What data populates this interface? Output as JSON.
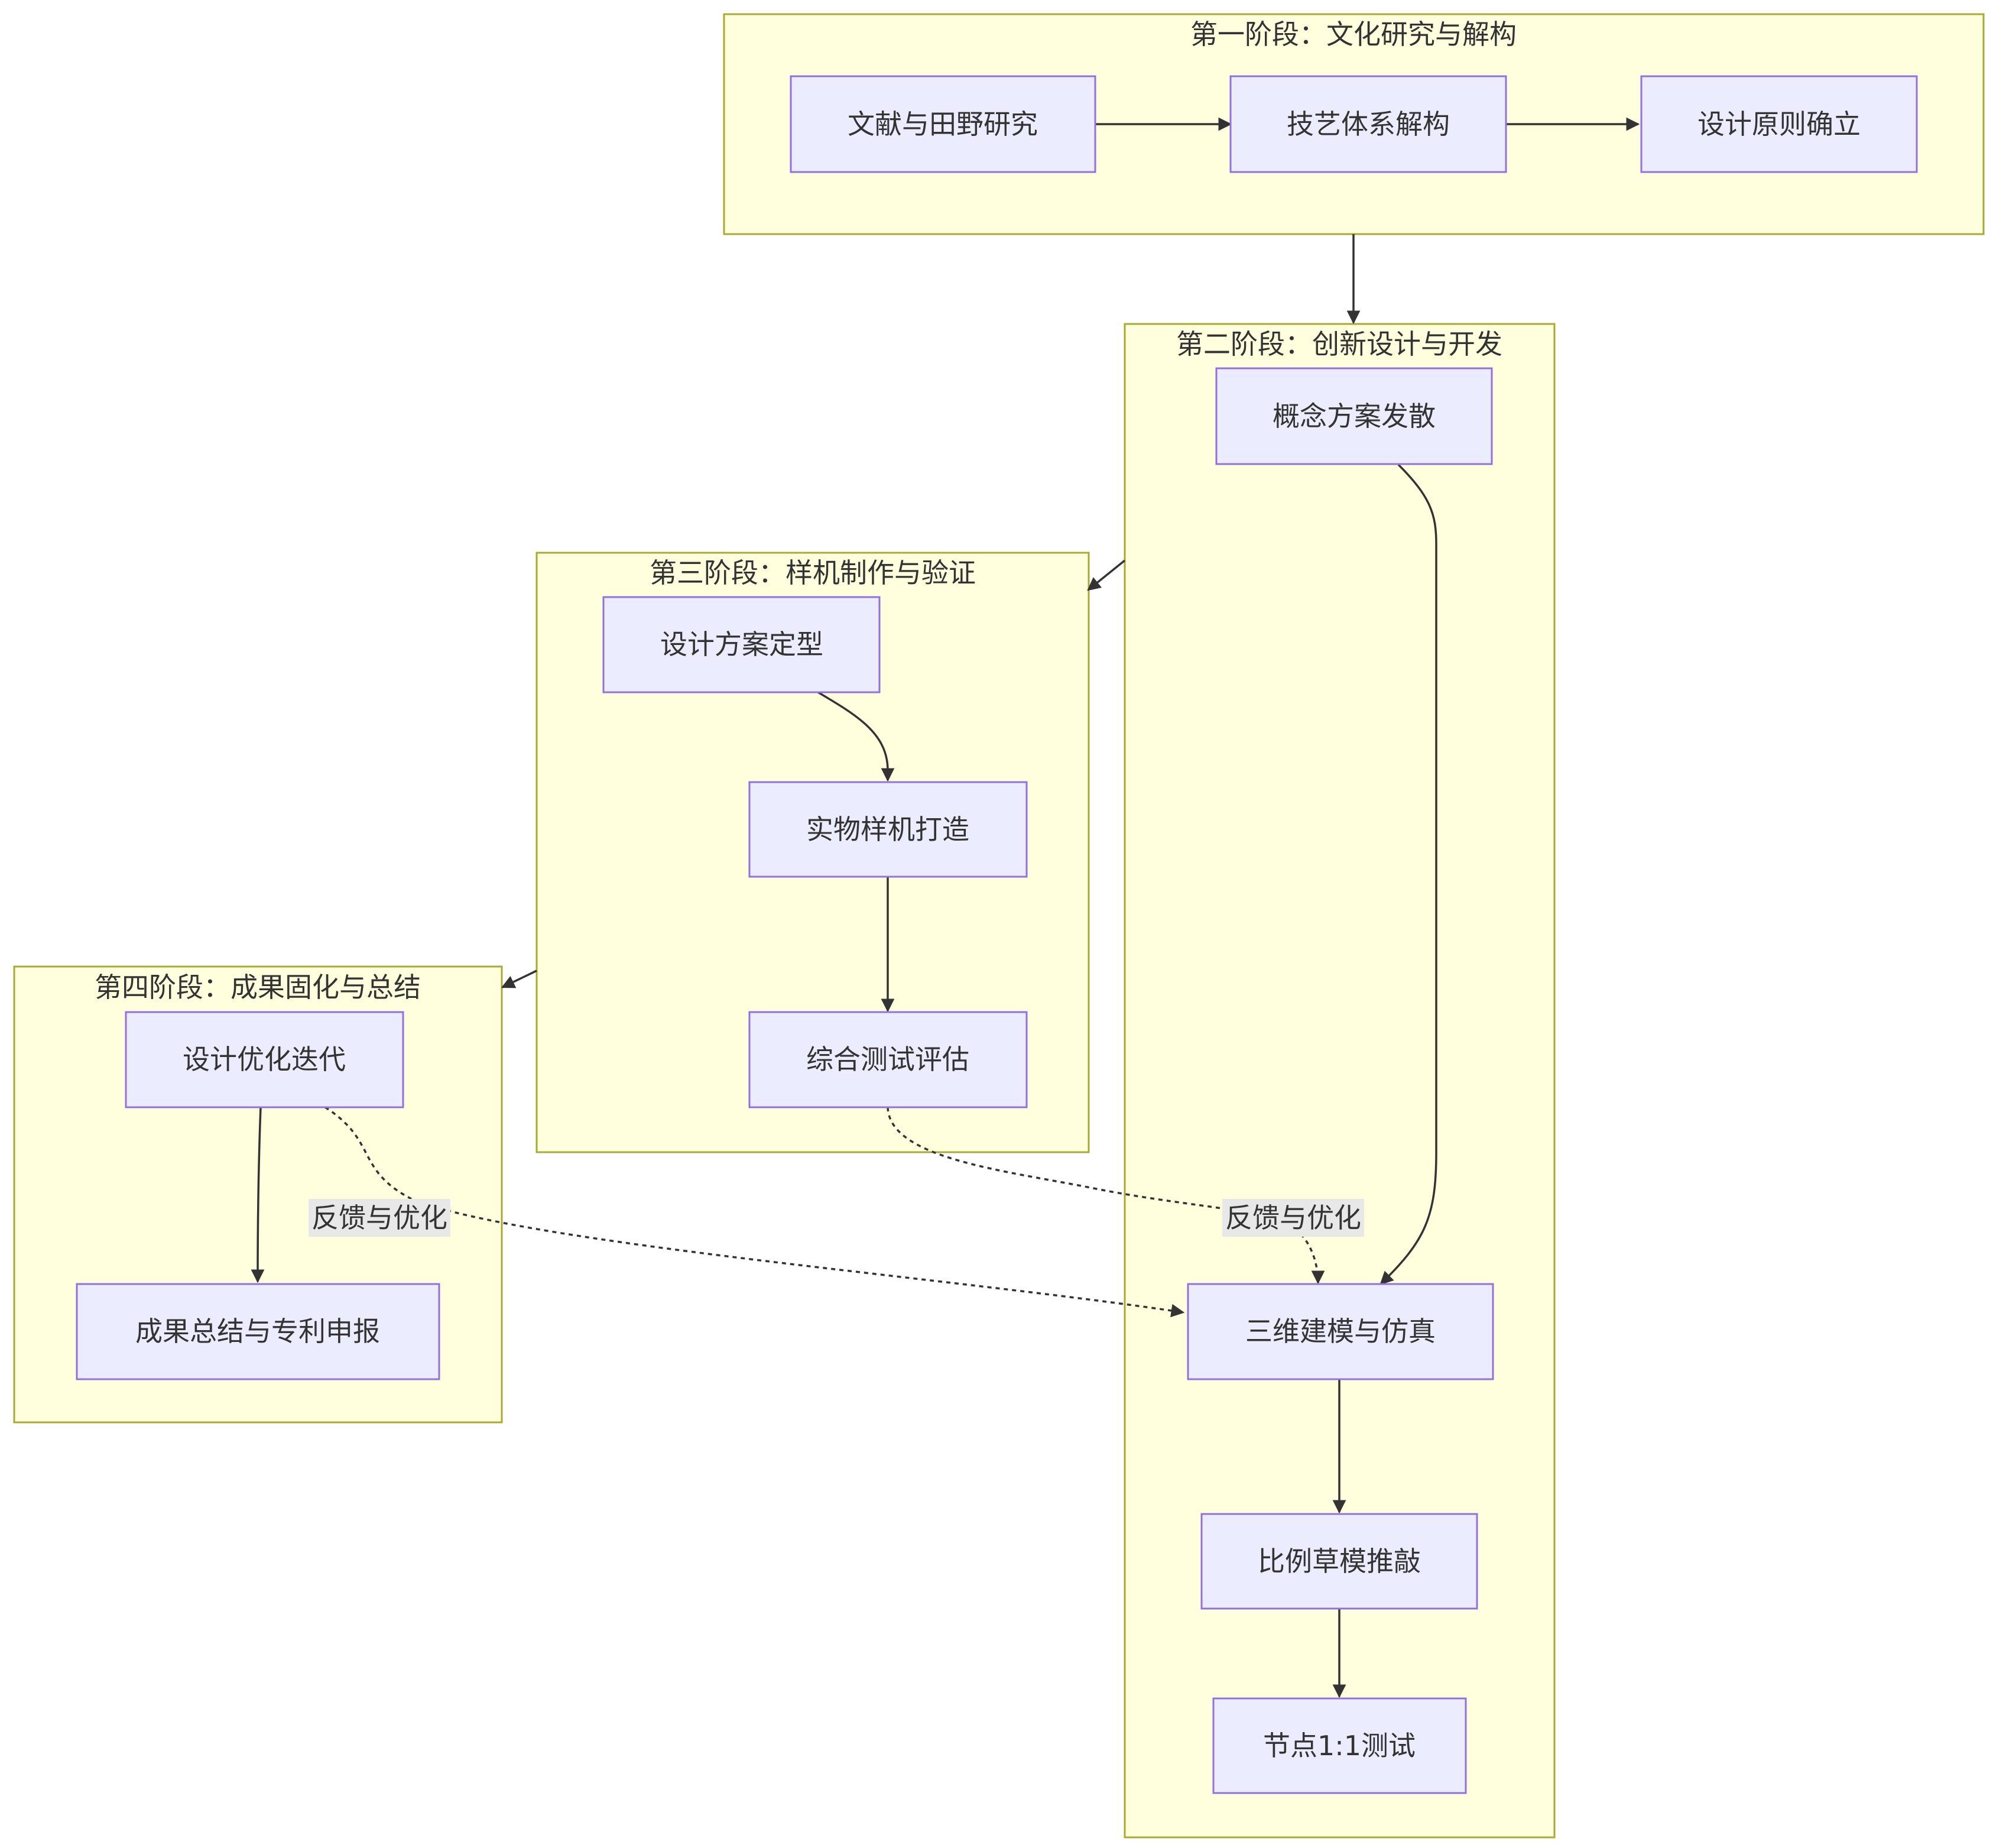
{
  "colors": {
    "cluster_fill": "#ffffde",
    "cluster_border": "#aaaa33",
    "node_fill": "#ececff",
    "node_border": "#9370db",
    "edge": "#333333",
    "edge_label_background": "#e8e8e8",
    "text": "#333333"
  },
  "phases": {
    "phase1": {
      "title": "第一阶段：文化研究与解构",
      "nodes": {
        "literature_field_research": "文献与田野研究",
        "craft_system_deconstruction": "技艺体系解构",
        "design_principles_established": "设计原则确立"
      }
    },
    "phase2": {
      "title": "第二阶段：创新设计与开发",
      "nodes": {
        "concept_divergence": "概念方案发散",
        "modeling_simulation": "三维建模与仿真",
        "scale_sketch_model": "比例草模推敲",
        "joint_full_scale_test": "节点1:1测试"
      }
    },
    "phase3": {
      "title": "第三阶段：样机制作与验证",
      "nodes": {
        "design_finalization": "设计方案定型",
        "physical_prototype": "实物样机打造",
        "comprehensive_testing": "综合测试评估"
      }
    },
    "phase4": {
      "title": "第四阶段：成果固化与总结",
      "nodes": {
        "design_iteration": "设计优化迭代",
        "summary_patent": "成果总结与专利申报"
      }
    }
  },
  "edge_labels": {
    "feedback_from_testing": "反馈与优化",
    "feedback_from_iteration": "反馈与优化"
  }
}
